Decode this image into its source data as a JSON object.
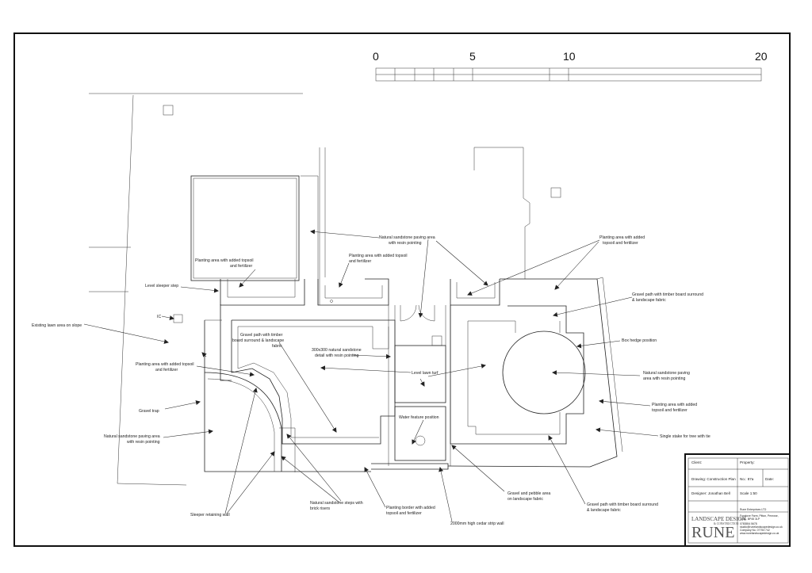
{
  "scale_bar": {
    "ticks": [
      "0",
      "5",
      "10",
      "20"
    ]
  },
  "annotations": {
    "natural_paving_top": [
      "Natural sandstone paving area",
      "with resin pointing"
    ],
    "planting_top_right": [
      "Planting area with added",
      "topsoil and fertilizer"
    ],
    "planting_left_box": [
      "Planting  area with added topsoil",
      "and fertilizer"
    ],
    "planting_center": [
      "Planting area with added topsoil",
      "and fertilizer"
    ],
    "level_sleeper_step": [
      "Level sleeper step"
    ],
    "gravel_path_right": [
      "Gravel path with timber board surround",
      "& landscape fabric"
    ],
    "ic": [
      "IC"
    ],
    "existing_lawn": [
      "Existing lawn area on slope"
    ],
    "gravel_path_center": [
      "Gravel path with timber",
      "board surround & landscape",
      "fabric"
    ],
    "box_hedge": [
      "Box hedge position"
    ],
    "sandstone_detail": [
      "300x300 natural sandstone",
      "detail with resin pointing"
    ],
    "planting_left": [
      "Planting area with added topsoil",
      "and fertilizer"
    ],
    "level_lawn": [
      "Level lawn turf"
    ],
    "natural_paving_right": [
      "Natural sandstone paving",
      "area with resin pointing"
    ],
    "planting_right": [
      "Planting area with added",
      "topsoil and fertilizer"
    ],
    "gravel_trap": [
      "Gravel trap"
    ],
    "water_feature": [
      "Water feature position"
    ],
    "natural_paving_left": [
      "Natural sandstone paving area",
      "with resin pointing"
    ],
    "single_stake": [
      "Single stake for tree with tie"
    ],
    "gravel_pebble": [
      "Gravel and pebble area",
      "on landscape fabric"
    ],
    "gravel_path_bottom": [
      "Gravel path with timber board surround",
      "& landscape fabric"
    ],
    "sandstone_steps": [
      "Natural sandstone steps with",
      "brick risers"
    ],
    "planting_border": [
      "Planting border with added",
      "topsoil and fertilizer"
    ],
    "sleeper_wall": [
      "Sleeper retaining wall"
    ],
    "cedar_wall": [
      "2000mm high cedar strip wall"
    ]
  },
  "title_block": {
    "client": "Client:",
    "property": "Property:",
    "drawing": "Drawing: Construction Plan",
    "no": "No.: 87a",
    "date": "Date:",
    "designer": "Designer: Jonathan Bell",
    "scale": "Scale 1:50",
    "logo_small": "LANDSCAPE DESIGN",
    "logo_sub": "& CONSTRUCTION",
    "logo_main": "RUNE",
    "company_lines": [
      "Rune Enterprises LTD",
      "Foxglove Farm, Pitton, Penrose,",
      "Truro, BP45 3LP",
      "0783554 5678",
      "studio@runelandscapedesign.co.uk",
      "Company No. 07753 742",
      "www.runelandscapedesign.co.uk"
    ]
  }
}
